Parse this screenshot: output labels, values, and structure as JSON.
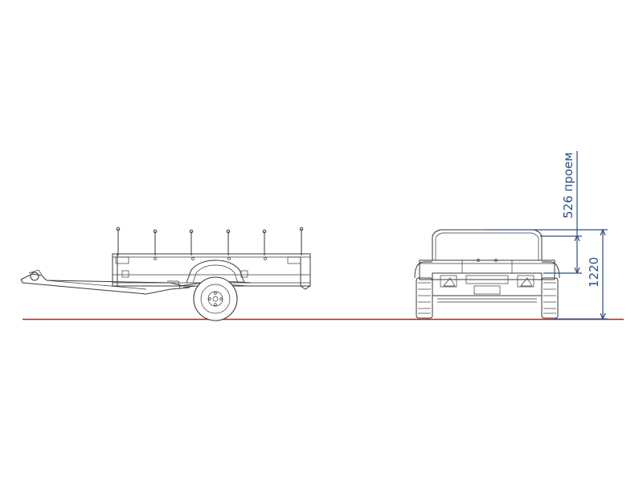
{
  "dimensions": {
    "opening_label": "526 проем",
    "height_label": "1220"
  },
  "colors": {
    "ground_line": "#9b2f2b",
    "dimension_lines": "#2d4f86",
    "outline": "#3a3a3a"
  },
  "views": [
    "side-view",
    "rear-view"
  ]
}
